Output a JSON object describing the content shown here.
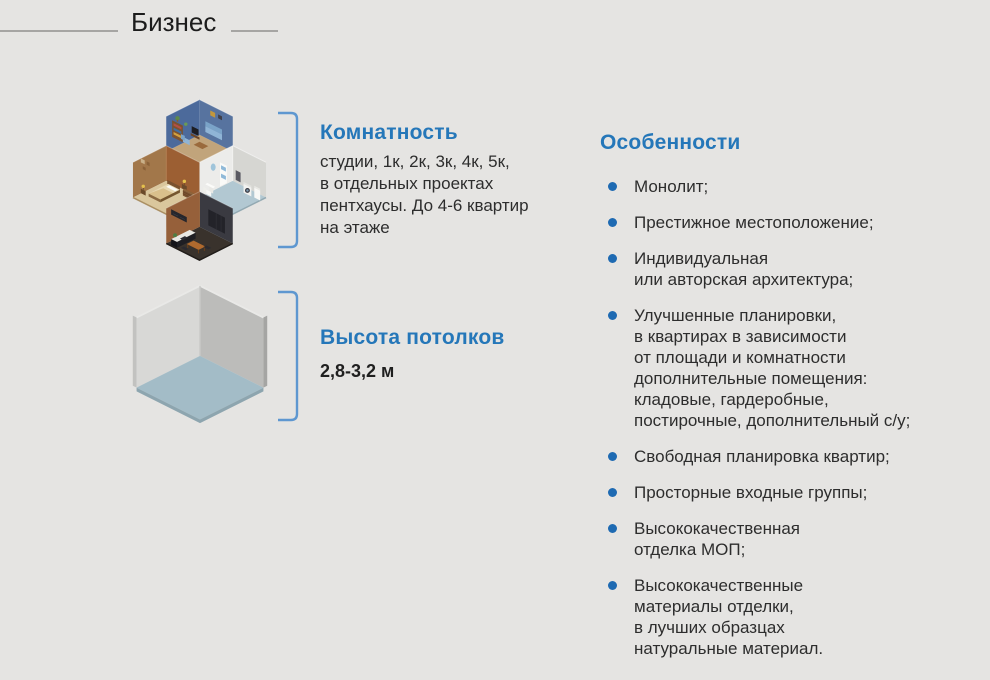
{
  "page": {
    "title": "Бизнес"
  },
  "colors": {
    "background": "#e5e4e2",
    "heading_accent": "#2577b9",
    "bullet": "#1e6ab2",
    "bracket": "#5e97d0",
    "body_text": "#2d2d2d",
    "title_text": "#1c1c1c"
  },
  "icons": {
    "bullet_icon": "filled-circle",
    "bracket_icon": "rounded-square-bracket",
    "apartment_illustration": "isometric-apartment-cutaway (living-room, bedroom, bathroom, kitchen)",
    "cube_illustration": "isometric-empty-room-cube"
  },
  "sections": {
    "rooms": {
      "title": "Комнатность",
      "body": "студии, 1к, 2к, 3к, 4к, 5к,\nв отдельных проектах\nпентхаусы. До 4-6 квартир\nна этаже"
    },
    "ceiling": {
      "title": "Высота потолков",
      "value": "2,8-3,2 м"
    },
    "features": {
      "title": "Особенности",
      "items": [
        {
          "text": "Монолит;"
        },
        {
          "text": "Престижное местоположение;"
        },
        {
          "text": "Индивидуальная\nили авторская архитектура;"
        },
        {
          "text": "Улучшенные планировки,\nв квартирах в зависимости\nот площади и комнатности\nдополнительные помещения:\nкладовые, гардеробные,\nпостирочные, дополнительный с/у;"
        },
        {
          "text": "Свободная планировка квартир;"
        },
        {
          "text": "Просторные входные группы;"
        },
        {
          "text": "Высококачественная\nотделка МОП;"
        },
        {
          "text": "Высококачественные\nматериалы отделки,\nв лучших образцах\nнатуральные материал."
        }
      ]
    }
  }
}
